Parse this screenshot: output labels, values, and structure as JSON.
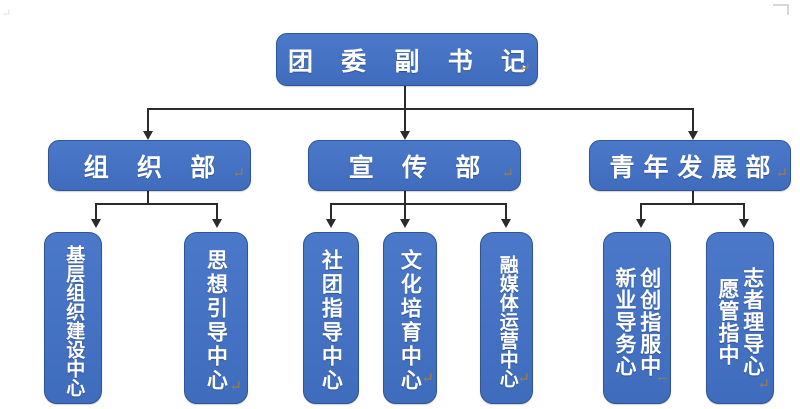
{
  "chart_data": {
    "type": "diagram",
    "title": "团委副书记组织架构图",
    "diagram_kind": "organizational-chart",
    "orientation": "top-down",
    "levels": 3,
    "accent_color": "#4472C4",
    "border_color": "#2F5597",
    "line_color": "#2B2B2B",
    "text_color": "#FFFFFF",
    "background_color": "#FFFFFF",
    "return_mark": "↵",
    "nodes": [
      {
        "id": "root",
        "label": "团委副书记",
        "level": 1,
        "parent": null,
        "text_orientation": "horizontal",
        "return_mark": "↵"
      },
      {
        "id": "dept1",
        "label": "组织部",
        "level": 2,
        "parent": "root",
        "text_orientation": "horizontal",
        "return_mark": "↵"
      },
      {
        "id": "dept2",
        "label": "宣传部",
        "level": 2,
        "parent": "root",
        "text_orientation": "horizontal",
        "return_mark": "↵"
      },
      {
        "id": "dept3",
        "label": "青年发展部",
        "level": 2,
        "parent": "root",
        "text_orientation": "horizontal",
        "return_mark": "↵"
      },
      {
        "id": "c1",
        "label": "基层组织建设中心",
        "level": 3,
        "parent": "dept1",
        "text_orientation": "vertical",
        "columns": 1,
        "return_mark": ""
      },
      {
        "id": "c2",
        "label": "思想引导中心",
        "level": 3,
        "parent": "dept1",
        "text_orientation": "vertical",
        "columns": 1,
        "return_mark": "↵"
      },
      {
        "id": "c3",
        "label": "社团指导中心",
        "level": 3,
        "parent": "dept2",
        "text_orientation": "vertical",
        "columns": 1,
        "return_mark": ""
      },
      {
        "id": "c4",
        "label": "文化培育中心",
        "level": 3,
        "parent": "dept2",
        "text_orientation": "vertical",
        "columns": 1,
        "return_mark": "↵"
      },
      {
        "id": "c5",
        "label": "融媒体运营中心",
        "level": 3,
        "parent": "dept2",
        "text_orientation": "vertical",
        "columns": 1,
        "return_mark": "↵"
      },
      {
        "id": "c6",
        "label": "创新创业指导服务中心",
        "level": 3,
        "parent": "dept3",
        "text_orientation": "vertical",
        "columns": 2,
        "column_right": "新业导务心",
        "column_left": "创创指服中",
        "return_mark": "←"
      },
      {
        "id": "c7",
        "label": "志愿者管理指导中心",
        "level": 3,
        "parent": "dept3",
        "text_orientation": "vertical",
        "columns": 2,
        "column_right": "愿管指中",
        "column_left": "志者理导心",
        "return_mark": "↵"
      }
    ],
    "edges": [
      {
        "from": "root",
        "to": "dept1"
      },
      {
        "from": "root",
        "to": "dept2"
      },
      {
        "from": "root",
        "to": "dept3"
      },
      {
        "from": "dept1",
        "to": "c1"
      },
      {
        "from": "dept1",
        "to": "c2"
      },
      {
        "from": "dept2",
        "to": "c3"
      },
      {
        "from": "dept2",
        "to": "c4"
      },
      {
        "from": "dept2",
        "to": "c5"
      },
      {
        "from": "dept3",
        "to": "c6"
      },
      {
        "from": "dept3",
        "to": "c7"
      }
    ]
  },
  "nodes": {
    "root": "团 委 副 书 记",
    "dept1": "组 织 部",
    "dept2": "宣 传 部",
    "dept3": "青年发展部",
    "c1": "基层组织建设中心",
    "c2": "思想引导中心",
    "c3": "社团指导中心",
    "c4": "文化培育中心",
    "c5": "融媒体运营中心",
    "c6_right": "新业导务心",
    "c6_left": "创创指服中",
    "c7_right": "愿管指中",
    "c7_left": "志者理导心"
  },
  "marks": {
    "root": "↵",
    "dept1": "↵",
    "dept2": "↵",
    "dept3": "↵",
    "c2": "↵",
    "c4": "↵",
    "c5": "↵",
    "c6": "←",
    "c7": "↵",
    "page_pilcrow": "↵"
  }
}
